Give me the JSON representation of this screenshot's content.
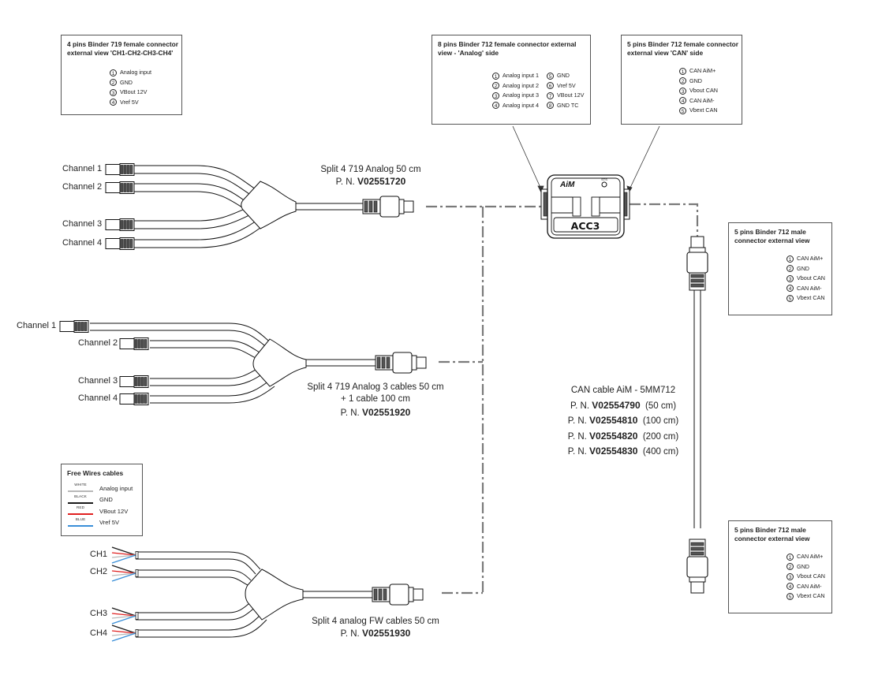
{
  "connectors": {
    "binder719_female": {
      "title_line1": "4 pins Binder 719 female connector",
      "title_line2": "external view 'CH1-CH2-CH3-CH4'",
      "pins": [
        {
          "n": "1",
          "label": "Analog input"
        },
        {
          "n": "2",
          "label": "GND"
        },
        {
          "n": "3",
          "label": "VBout 12V"
        },
        {
          "n": "4",
          "label": "Vref 5V"
        }
      ]
    },
    "binder712_8pin_female": {
      "title_line1": "8 pins Binder 712 female connector external",
      "title_line2": "view - 'Analog' side",
      "pins_left": [
        {
          "n": "1",
          "label": "Analog input 1"
        },
        {
          "n": "2",
          "label": "Analog input 2"
        },
        {
          "n": "3",
          "label": "Analog input 3"
        },
        {
          "n": "4",
          "label": "Analog input 4"
        }
      ],
      "pins_right": [
        {
          "n": "5",
          "label": "GND"
        },
        {
          "n": "6",
          "label": "Vref 5V"
        },
        {
          "n": "7",
          "label": "VBout 12V"
        },
        {
          "n": "8",
          "label": "GND TC"
        }
      ]
    },
    "binder712_5pin_female": {
      "title_line1": "5 pins Binder 712 female connector",
      "title_line2": "external view 'CAN' side",
      "pins": [
        {
          "n": "1",
          "label": "CAN AiM+"
        },
        {
          "n": "2",
          "label": "GND"
        },
        {
          "n": "3",
          "label": "Vbout CAN"
        },
        {
          "n": "4",
          "label": "CAN AiM-"
        },
        {
          "n": "5",
          "label": "Vbext CAN"
        }
      ]
    },
    "binder712_5pin_male_top": {
      "title_line1": "5 pins Binder 712 male",
      "title_line2": "connector external view",
      "pins": [
        {
          "n": "1",
          "label": "CAN AiM+"
        },
        {
          "n": "2",
          "label": "GND"
        },
        {
          "n": "3",
          "label": "Vbout CAN"
        },
        {
          "n": "4",
          "label": "CAN AiM-"
        },
        {
          "n": "5",
          "label": "Vbext CAN"
        }
      ]
    },
    "binder712_5pin_male_bottom": {
      "title_line1": "5 pins Binder 712 male",
      "title_line2": "connector external view",
      "pins": [
        {
          "n": "1",
          "label": "CAN AiM+"
        },
        {
          "n": "2",
          "label": "GND"
        },
        {
          "n": "3",
          "label": "Vbout CAN"
        },
        {
          "n": "4",
          "label": "CAN AiM-"
        },
        {
          "n": "5",
          "label": "Vbext CAN"
        }
      ]
    }
  },
  "device": {
    "brand": "AiM",
    "name": "ACC3",
    "led_label": "STS"
  },
  "cables": {
    "split_analog": {
      "channels": [
        "Channel 1",
        "Channel 2",
        "Channel 3",
        "Channel 4"
      ],
      "name": "Split 4 719 Analog 50 cm",
      "pn_prefix": "P. N.",
      "pn": "V02551720"
    },
    "split_analog_3plus1": {
      "channels": [
        "Channel 1",
        "Channel 2",
        "Channel 3",
        "Channel 4"
      ],
      "name_line1": "Split 4 719 Analog 3 cables 50 cm",
      "name_line2": "+ 1 cable 100 cm",
      "pn_prefix": "P. N.",
      "pn": "V02551920"
    },
    "split_fw": {
      "channels": [
        "CH1",
        "CH2",
        "CH3",
        "CH4"
      ],
      "name": "Split 4 analog FW cables 50 cm",
      "pn_prefix": "P. N.",
      "pn": "V02551930"
    },
    "can_cable": {
      "name": "CAN cable AiM - 5MM712",
      "variants": [
        {
          "prefix": "P. N.",
          "pn": "V02554790",
          "length": "(50 cm)"
        },
        {
          "prefix": "P. N.",
          "pn": "V02554810",
          "length": "(100 cm)"
        },
        {
          "prefix": "P. N.",
          "pn": "V02554820",
          "length": "(200 cm)"
        },
        {
          "prefix": "P. N.",
          "pn": "V02554830",
          "length": "(400 cm)"
        }
      ]
    }
  },
  "free_wires_legend": {
    "title": "Free Wires cables",
    "items": [
      {
        "color_name": "WHITE",
        "color": "#b8b8b8",
        "label": "Analog input"
      },
      {
        "color_name": "BLACK",
        "color": "#1a1a1a",
        "label": "GND"
      },
      {
        "color_name": "RED",
        "color": "#e02020",
        "label": "VBout 12V"
      },
      {
        "color_name": "BLUE",
        "color": "#3a8fd8",
        "label": "Vref 5V"
      }
    ]
  },
  "colors": {
    "line": "#1a1a1a",
    "dashed_link": "#7a7a7a",
    "wire_white": "#b8b8b8",
    "wire_black": "#1a1a1a",
    "wire_red": "#e02020",
    "wire_blue": "#3a8fd8"
  }
}
